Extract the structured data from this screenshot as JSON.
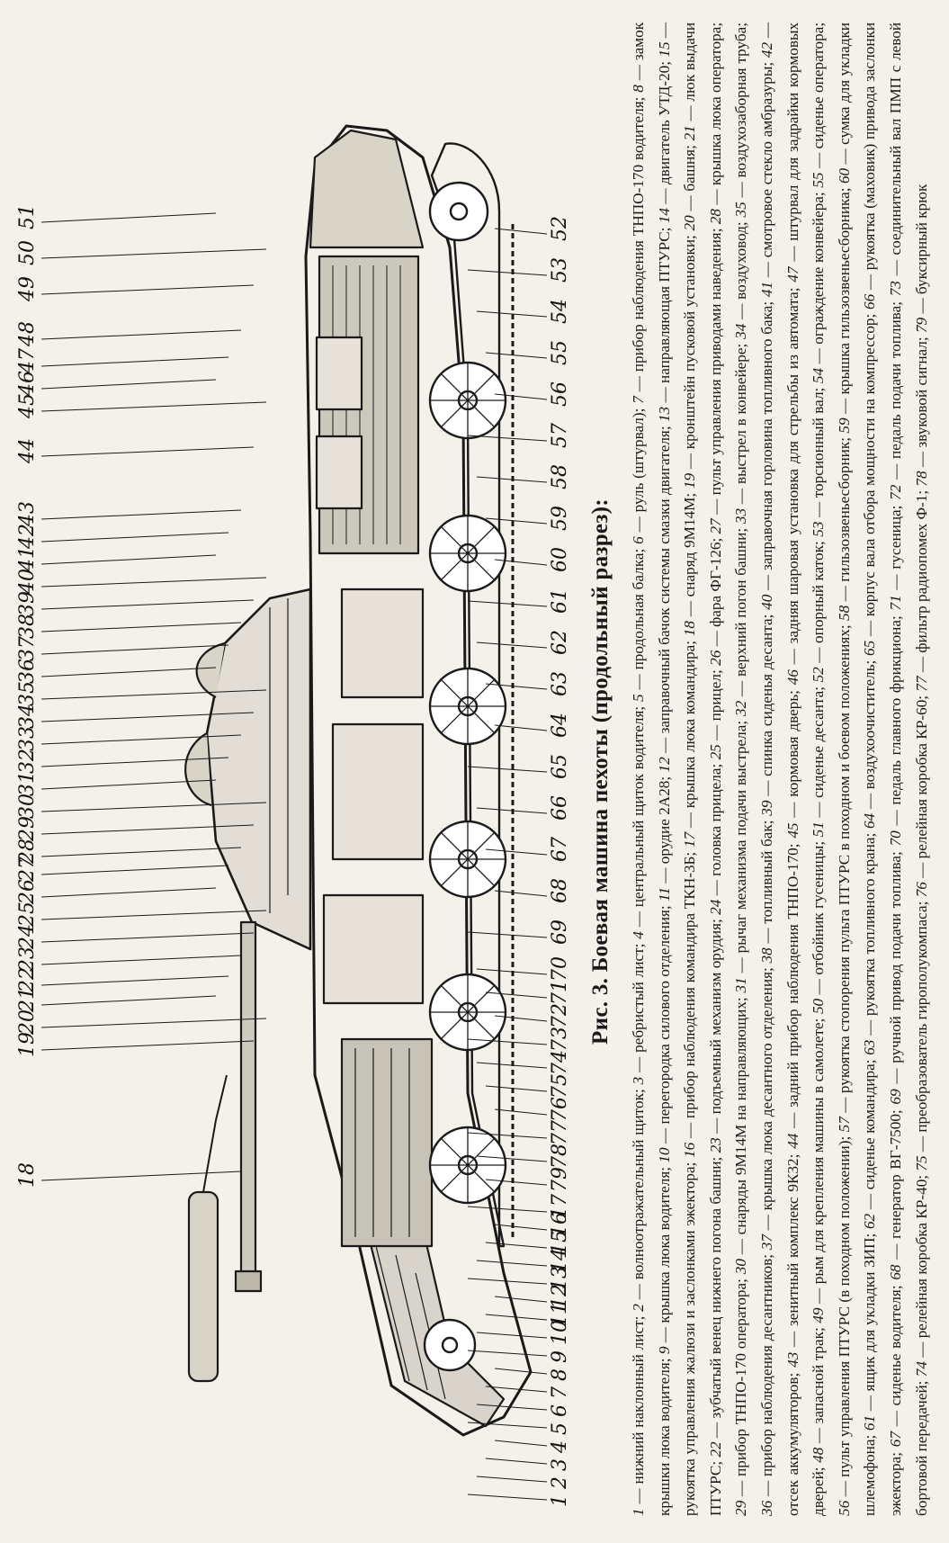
{
  "figure": {
    "title": "Рис. 3. Боевая машина пехоты (продольный разрез):"
  },
  "callouts": [
    "1",
    "2",
    "3",
    "4",
    "5",
    "6",
    "7",
    "8",
    "9",
    "10",
    "11",
    "12",
    "13",
    "14",
    "15",
    "16",
    "17",
    "18",
    "19",
    "20",
    "21",
    "22",
    "23",
    "24",
    "25",
    "26",
    "27",
    "28",
    "29",
    "30",
    "31",
    "32",
    "33",
    "34",
    "35",
    "36",
    "37",
    "38",
    "39",
    "40",
    "41",
    "42",
    "43",
    "44",
    "45",
    "46",
    "47",
    "48",
    "49",
    "50",
    "51",
    "52",
    "53",
    "54",
    "55",
    "56",
    "57",
    "58",
    "59",
    "60",
    "61",
    "62",
    "63",
    "64",
    "65",
    "66",
    "67",
    "68",
    "69",
    "70",
    "71",
    "72",
    "73",
    "74",
    "75",
    "76",
    "77",
    "78",
    "79"
  ],
  "legend": [
    {
      "n": "1",
      "text": "нижний наклонный лист;"
    },
    {
      "n": "2",
      "text": "волноотражательный щиток;"
    },
    {
      "n": "3",
      "text": "ребристый лист;"
    },
    {
      "n": "4",
      "text": "центральный щиток водителя;"
    },
    {
      "n": "5",
      "text": "продольная балка;"
    },
    {
      "n": "6",
      "text": "руль (штурвал);"
    },
    {
      "n": "7",
      "text": "прибор наблюдения ТНПО-170 водителя;"
    },
    {
      "n": "8",
      "text": "замок крышки люка водителя;"
    },
    {
      "n": "9",
      "text": "крышка люка водителя;"
    },
    {
      "n": "10",
      "text": "перегородка силового отделения;"
    },
    {
      "n": "11",
      "text": "орудие 2А28;"
    },
    {
      "n": "12",
      "text": "заправочный бачок системы смазки двигателя;"
    },
    {
      "n": "13",
      "text": "направляющая ПТУРС;"
    },
    {
      "n": "14",
      "text": "двигатель УТД-20;"
    },
    {
      "n": "15",
      "text": "рукоятка управления жалюзи и заслонками эжектора;"
    },
    {
      "n": "16",
      "text": "прибор наблюдения командира ТКН-3Б;"
    },
    {
      "n": "17",
      "text": "крышка люка командира;"
    },
    {
      "n": "18",
      "text": "снаряд 9М14М;"
    },
    {
      "n": "19",
      "text": "кронштейн пусковой установки;"
    },
    {
      "n": "20",
      "text": "башня;"
    },
    {
      "n": "21",
      "text": "люк выдачи ПТУРС;"
    },
    {
      "n": "22",
      "text": "зубчатый венец нижнего погона башни;"
    },
    {
      "n": "23",
      "text": "подъемный механизм орудия;"
    },
    {
      "n": "24",
      "text": "головка прицела;"
    },
    {
      "n": "25",
      "text": "прицел;"
    },
    {
      "n": "26",
      "text": "фара ФГ-126;"
    },
    {
      "n": "27",
      "text": "пульт управления приводами наведения;"
    },
    {
      "n": "28",
      "text": "крышка люка оператора;"
    },
    {
      "n": "29",
      "text": "прибор ТНПО-170 оператора;"
    },
    {
      "n": "30",
      "text": "снаряды 9М14М на направляющих;"
    },
    {
      "n": "31",
      "text": "рычаг механизма подачи выстрела;"
    },
    {
      "n": "32",
      "text": "верхний погон башни;"
    },
    {
      "n": "33",
      "text": "выстрел в конвейере;"
    },
    {
      "n": "34",
      "text": "воздуховод;"
    },
    {
      "n": "35",
      "text": "воздухозаборная труба;"
    },
    {
      "n": "36",
      "text": "прибор наблюдения десантников;"
    },
    {
      "n": "37",
      "text": "крышка люка десантного отделения;"
    },
    {
      "n": "38",
      "text": "топливный бак;"
    },
    {
      "n": "39",
      "text": "спинка сиденья десанта;"
    },
    {
      "n": "40",
      "text": "заправочная горловина топливного бака;"
    },
    {
      "n": "41",
      "text": "смотровое стекло амбразуры;"
    },
    {
      "n": "42",
      "text": "отсек аккумуляторов;"
    },
    {
      "n": "43",
      "text": "зенитный комплекс 9К32;"
    },
    {
      "n": "44",
      "text": "задний прибор наблюдения ТНПО-170;"
    },
    {
      "n": "45",
      "text": "кормовая дверь;"
    },
    {
      "n": "46",
      "text": "задняя шаровая установка для стрельбы из автомата;"
    },
    {
      "n": "47",
      "text": "штурвал для задрайки кормовых дверей;"
    },
    {
      "n": "48",
      "text": "запасной трак;"
    },
    {
      "n": "49",
      "text": "рым для крепления машины в самолете;"
    },
    {
      "n": "50",
      "text": "отбойник гусеницы;"
    },
    {
      "n": "51",
      "text": "сиденье десанта;"
    },
    {
      "n": "52",
      "text": "опорный каток;"
    },
    {
      "n": "53",
      "text": "торсионный вал;"
    },
    {
      "n": "54",
      "text": "ограждение конвейера;"
    },
    {
      "n": "55",
      "text": "сиденье оператора;"
    },
    {
      "n": "56",
      "text": "пульт управления ПТУРС (в походном положении);"
    },
    {
      "n": "57",
      "text": "рукоятка стопорения пульта ПТУРС в походном и боевом положениях;"
    },
    {
      "n": "58",
      "text": "гильзозвеньесборник;"
    },
    {
      "n": "59",
      "text": "крышка гильзозвеньесборника;"
    },
    {
      "n": "60",
      "text": "сумка для укладки шлемофона;"
    },
    {
      "n": "61",
      "text": "ящик для укладки ЗИП;"
    },
    {
      "n": "62",
      "text": "сиденье командира;"
    },
    {
      "n": "63",
      "text": "рукоятка топливного крана;"
    },
    {
      "n": "64",
      "text": "воздухоочиститель;"
    },
    {
      "n": "65",
      "text": "корпус вала отбора мощности на компрессор;"
    },
    {
      "n": "66",
      "text": "рукоятка (маховик) привода заслонки эжектора;"
    },
    {
      "n": "67",
      "text": "сиденье водителя;"
    },
    {
      "n": "68",
      "text": "генератор ВГ-7500;"
    },
    {
      "n": "69",
      "text": "ручной привод подачи топлива;"
    },
    {
      "n": "70",
      "text": "педаль главного фрикциона;"
    },
    {
      "n": "71",
      "text": "гусеница;"
    },
    {
      "n": "72",
      "text": "педаль подачи топлива;"
    },
    {
      "n": "73",
      "text": "соединительный вал ПМП с левой бортовой передачей;"
    },
    {
      "n": "74",
      "text": "релейная коробка КР-40;"
    },
    {
      "n": "75",
      "text": "преобразователь гирополукомпаса;"
    },
    {
      "n": "76",
      "text": "релейная коробка КР-60;"
    },
    {
      "n": "77",
      "text": "фильтр радиопомех Ф-1;"
    },
    {
      "n": "78",
      "text": "звуковой сигнал;"
    },
    {
      "n": "79",
      "text": "буксирный крюк"
    }
  ],
  "colors": {
    "ink": "#1a1a1a",
    "paper": "#f4f1ea"
  }
}
